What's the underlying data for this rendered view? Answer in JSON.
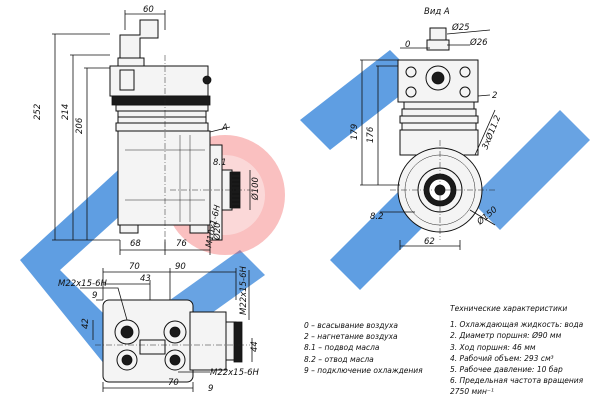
{
  "colors": {
    "watermark_blue": "#2d7fd8",
    "watermark_red": "#e33",
    "ink": "#111111"
  },
  "front_view": {
    "dims": [
      "60",
      "252",
      "214",
      "206",
      "68",
      "76",
      "Ø100",
      "Ø20",
      "M10x1-6H",
      "A",
      "8.1"
    ]
  },
  "side_view": {
    "title": "Вид А",
    "dims": [
      "Ø25",
      "Ø26",
      "0",
      "2",
      "179",
      "176",
      "3xØ11.2",
      "Ø150",
      "62",
      "8.2"
    ]
  },
  "top_view": {
    "dims": [
      "70",
      "90",
      "43",
      "9",
      "M22x15-6H",
      "M22x15-6H",
      "M22x15-6H",
      "42",
      "44",
      "70",
      "9"
    ]
  },
  "legend": {
    "items": [
      "0 – всасывание воздуха",
      "2 – нагнетание воздуха",
      "8.1 – подвод масла",
      "8.2 – отвод масла",
      "9 – подключение охлаждения"
    ]
  },
  "specs": {
    "title": "Технические характеристики",
    "items": [
      "1. Охлаждающая жидкость: вода",
      "2. Диаметр поршня: Ø90 мм",
      "3. Ход поршня: 46 мм",
      "4. Рабочий объем: 293 см³",
      "5. Рабочее давление: 10 бар",
      "6. Предельная частота вращения",
      "2750 мин⁻¹"
    ]
  }
}
